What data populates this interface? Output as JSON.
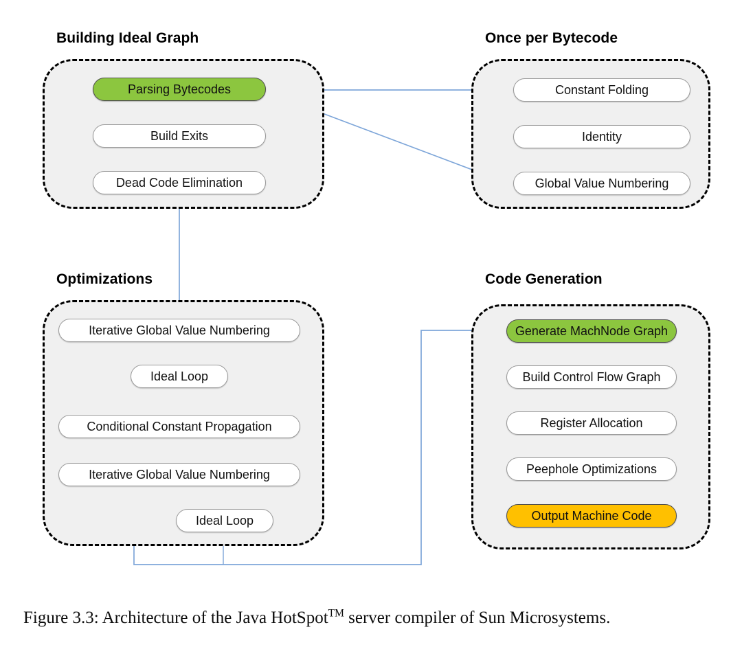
{
  "figure": {
    "caption_prefix": "Figure 3.3: Architecture of the Java HotSpot",
    "caption_superscript": "TM",
    "caption_suffix": " server compiler of Sun Microsystems."
  },
  "colors": {
    "accent_green": "#8CC63F",
    "accent_orange": "#FFC000",
    "group_fill": "#F0F0F0",
    "group_border": "#000000",
    "connector": "#7EA6D9",
    "node_fill": "#FFFFFF",
    "node_border": "#9A9A9A"
  },
  "groups": [
    {
      "id": "building-ideal-graph",
      "title": "Building Ideal Graph",
      "nodes": [
        {
          "id": "parsing-bytecodes",
          "label": "Parsing Bytecodes",
          "style": "accent-green"
        },
        {
          "id": "build-exits",
          "label": "Build Exits",
          "style": "plain"
        },
        {
          "id": "dead-code-elimination",
          "label": "Dead Code Elimination",
          "style": "plain"
        }
      ]
    },
    {
      "id": "once-per-bytecode",
      "title": "Once per Bytecode",
      "nodes": [
        {
          "id": "constant-folding",
          "label": "Constant Folding",
          "style": "plain"
        },
        {
          "id": "identity",
          "label": "Identity",
          "style": "plain"
        },
        {
          "id": "global-value-numbering",
          "label": "Global Value Numbering",
          "style": "plain"
        }
      ]
    },
    {
      "id": "optimizations",
      "title": "Optimizations",
      "nodes": [
        {
          "id": "iterative-gvn-1",
          "label": "Iterative Global Value Numbering",
          "style": "plain"
        },
        {
          "id": "ideal-loop-1",
          "label": "Ideal Loop",
          "style": "plain"
        },
        {
          "id": "conditional-constant-propagation",
          "label": "Conditional Constant Propagation",
          "style": "plain"
        },
        {
          "id": "iterative-gvn-2",
          "label": "Iterative Global Value Numbering",
          "style": "plain"
        },
        {
          "id": "ideal-loop-2",
          "label": "Ideal Loop",
          "style": "plain"
        }
      ]
    },
    {
      "id": "code-generation",
      "title": "Code Generation",
      "nodes": [
        {
          "id": "generate-machnode-graph",
          "label": "Generate MachNode Graph",
          "style": "accent-green"
        },
        {
          "id": "build-control-flow-graph",
          "label": "Build Control Flow Graph",
          "style": "plain"
        },
        {
          "id": "register-allocation",
          "label": "Register Allocation",
          "style": "plain"
        },
        {
          "id": "peephole-optimizations",
          "label": "Peephole Optimizations",
          "style": "plain"
        },
        {
          "id": "output-machine-code",
          "label": "Output Machine Code",
          "style": "accent-orange"
        }
      ]
    }
  ],
  "chart_data": {
    "type": "diagram",
    "title": "Architecture of the Java HotSpot server compiler of Sun Microsystems",
    "stages": [
      "Building Ideal Graph",
      "Once per Bytecode",
      "Optimizations",
      "Code Generation"
    ],
    "edges": [
      {
        "from": "parsing-bytecodes",
        "to": "build-exits"
      },
      {
        "from": "build-exits",
        "to": "dead-code-elimination"
      },
      {
        "from": "dead-code-elimination",
        "to": "iterative-gvn-1"
      },
      {
        "from": "parsing-bytecodes",
        "to": "constant-folding"
      },
      {
        "from": "constant-folding",
        "to": "identity"
      },
      {
        "from": "identity",
        "to": "global-value-numbering"
      },
      {
        "from": "global-value-numbering",
        "to": "parsing-bytecodes"
      },
      {
        "from": "iterative-gvn-1",
        "to": "ideal-loop-1"
      },
      {
        "from": "ideal-loop-1",
        "to": "ideal-loop-1",
        "kind": "self-loop"
      },
      {
        "from": "ideal-loop-1",
        "to": "conditional-constant-propagation"
      },
      {
        "from": "iterative-gvn-1",
        "to": "conditional-constant-propagation"
      },
      {
        "from": "conditional-constant-propagation",
        "to": "iterative-gvn-2"
      },
      {
        "from": "iterative-gvn-2",
        "to": "ideal-loop-2"
      },
      {
        "from": "ideal-loop-2",
        "to": "ideal-loop-2",
        "kind": "self-loop"
      },
      {
        "from": "iterative-gvn-2",
        "to": "generate-machnode-graph"
      },
      {
        "from": "ideal-loop-2",
        "to": "generate-machnode-graph"
      },
      {
        "from": "generate-machnode-graph",
        "to": "build-control-flow-graph"
      },
      {
        "from": "build-control-flow-graph",
        "to": "register-allocation"
      },
      {
        "from": "register-allocation",
        "to": "peephole-optimizations"
      },
      {
        "from": "peephole-optimizations",
        "to": "output-machine-code"
      }
    ]
  }
}
